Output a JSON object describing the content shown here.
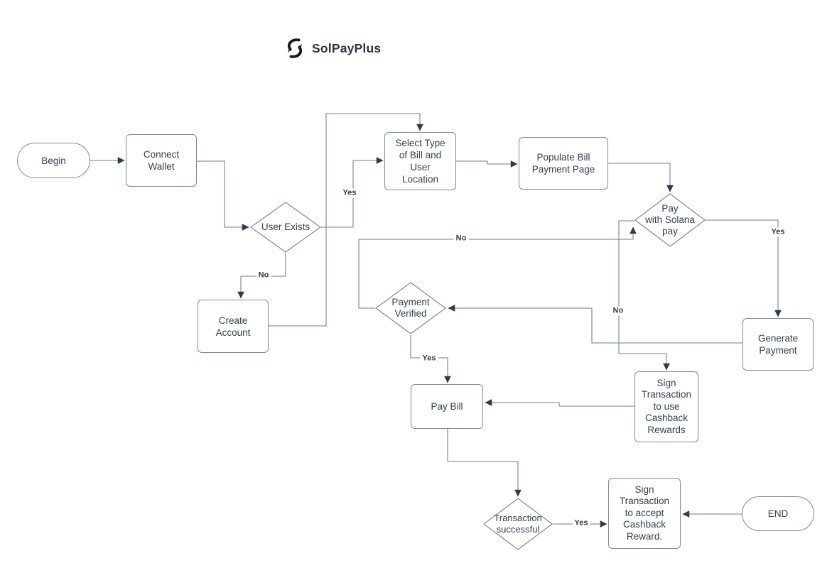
{
  "brand": {
    "name": "SolPayPlus",
    "logo_icon": "swap-arrows-icon"
  },
  "colors": {
    "background": "#ffffff",
    "shape_border": "#7f8a97",
    "edge_stroke": "#8c96a3",
    "arrowhead": "#2e3b4d",
    "node_text": "#33404e",
    "brand_text": "#2b3544"
  },
  "nodes": {
    "begin": "Begin",
    "connect_wallet": "Connect\nWallet",
    "user_exists": "User Exists",
    "create_account": "Create\nAccount",
    "select_type": "Select Type\nof Bill and\nUser\nLocation",
    "populate_bill": "Populate Bill\nPayment Page",
    "pay_with_solana": "Pay\nwith Solana\npay",
    "generate_payment": "Generate\nPayment",
    "payment_verified": "Payment\nVerified",
    "pay_bill": "Pay Bill",
    "sign_use_rewards": "Sign\nTransaction\nto use\nCashback\nRewards",
    "transaction_successful": "Transaction\nsuccessful",
    "sign_accept_reward": "Sign\nTransaction\nto accept\nCashback\nReward.",
    "end": "END"
  },
  "edge_labels": {
    "user_exists_yes": "Yes",
    "user_exists_no": "No",
    "pay_with_solana_yes": "Yes",
    "pay_with_solana_no": "No",
    "payment_verified_yes": "Yes",
    "payment_verified_no": "No",
    "transaction_successful_yes": "Yes"
  }
}
